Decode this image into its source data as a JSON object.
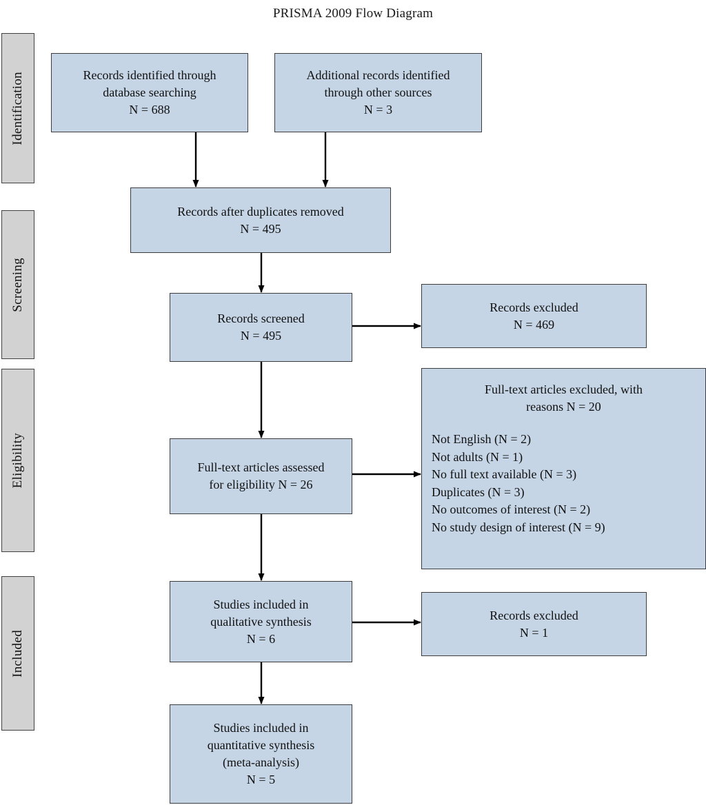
{
  "title": "PRISMA 2009 Flow Diagram",
  "colors": {
    "box_fill": "#c5d5e5",
    "box_border": "#3c3c3c",
    "stage_fill": "#d2d2d2",
    "stage_border": "#404040",
    "arrow": "#000000",
    "text": "#111111",
    "page_background": "#ffffff"
  },
  "stages": [
    {
      "label": "Identification"
    },
    {
      "label": "Screening"
    },
    {
      "label": "Eligibility"
    },
    {
      "label": "Included"
    }
  ],
  "nodes": {
    "db_records": {
      "line1": "Records identified through",
      "line2": "database searching",
      "line3": "N = 688"
    },
    "other_records": {
      "line1": "Additional records identified",
      "line2": "through other sources",
      "line3": "N = 3"
    },
    "after_duplicates": {
      "line1": "Records after duplicates removed",
      "line2": "N = 495"
    },
    "records_screened": {
      "line1": "Records screened",
      "line2": "N = 495"
    },
    "records_excluded_screening": {
      "line1": "Records excluded",
      "line2": "N = 469"
    },
    "fulltext_assessed": {
      "line1": "Full-text articles assessed",
      "line2": "for eligibility N = 26"
    },
    "fulltext_excluded": {
      "header1": "Full-text articles excluded, with",
      "header2": "reasons N = 20",
      "reasons": [
        "Not English (N = 2)",
        "Not adults (N = 1)",
        "No full text available (N = 3)",
        "Duplicates (N = 3)",
        "No outcomes of interest (N = 2)",
        "No study design of interest (N = 9)"
      ]
    },
    "qualitative_synthesis": {
      "line1": "Studies included in",
      "line2": "qualitative synthesis",
      "line3": "N = 6"
    },
    "records_excluded_included": {
      "line1": "Records excluded",
      "line2": "N = 1"
    },
    "quantitative_synthesis": {
      "line1": "Studies included in",
      "line2": "quantitative synthesis",
      "line3": "(meta-analysis)",
      "line4": "N = 5"
    }
  },
  "chart_data": {
    "type": "diagram",
    "title": "PRISMA 2009 Flow Diagram",
    "stages": [
      "Identification",
      "Screening",
      "Eligibility",
      "Included"
    ],
    "nodes": [
      {
        "id": "db_records",
        "stage": "Identification",
        "label": "Records identified through database searching",
        "n": 688
      },
      {
        "id": "other_records",
        "stage": "Identification",
        "label": "Additional records identified through other sources",
        "n": 3
      },
      {
        "id": "after_duplicates",
        "stage": "Identification",
        "label": "Records after duplicates removed",
        "n": 495
      },
      {
        "id": "records_screened",
        "stage": "Screening",
        "label": "Records screened",
        "n": 495
      },
      {
        "id": "records_excluded_screening",
        "stage": "Screening",
        "label": "Records excluded",
        "n": 469
      },
      {
        "id": "fulltext_assessed",
        "stage": "Eligibility",
        "label": "Full-text articles assessed for eligibility",
        "n": 26
      },
      {
        "id": "fulltext_excluded",
        "stage": "Eligibility",
        "label": "Full-text articles excluded, with reasons",
        "n": 20,
        "breakdown": [
          {
            "reason": "Not English",
            "n": 2
          },
          {
            "reason": "Not adults",
            "n": 1
          },
          {
            "reason": "No full text available",
            "n": 3
          },
          {
            "reason": "Duplicates",
            "n": 3
          },
          {
            "reason": "No outcomes of interest",
            "n": 2
          },
          {
            "reason": "No study design of interest",
            "n": 9
          }
        ]
      },
      {
        "id": "qualitative_synthesis",
        "stage": "Included",
        "label": "Studies included in qualitative synthesis",
        "n": 6
      },
      {
        "id": "records_excluded_included",
        "stage": "Included",
        "label": "Records excluded",
        "n": 1
      },
      {
        "id": "quantitative_synthesis",
        "stage": "Included",
        "label": "Studies included in quantitative synthesis (meta-analysis)",
        "n": 5
      }
    ],
    "edges": [
      {
        "from": "db_records",
        "to": "after_duplicates"
      },
      {
        "from": "other_records",
        "to": "after_duplicates"
      },
      {
        "from": "after_duplicates",
        "to": "records_screened"
      },
      {
        "from": "records_screened",
        "to": "records_excluded_screening"
      },
      {
        "from": "records_screened",
        "to": "fulltext_assessed"
      },
      {
        "from": "fulltext_assessed",
        "to": "fulltext_excluded"
      },
      {
        "from": "fulltext_assessed",
        "to": "qualitative_synthesis"
      },
      {
        "from": "qualitative_synthesis",
        "to": "records_excluded_included"
      },
      {
        "from": "qualitative_synthesis",
        "to": "quantitative_synthesis"
      }
    ]
  }
}
